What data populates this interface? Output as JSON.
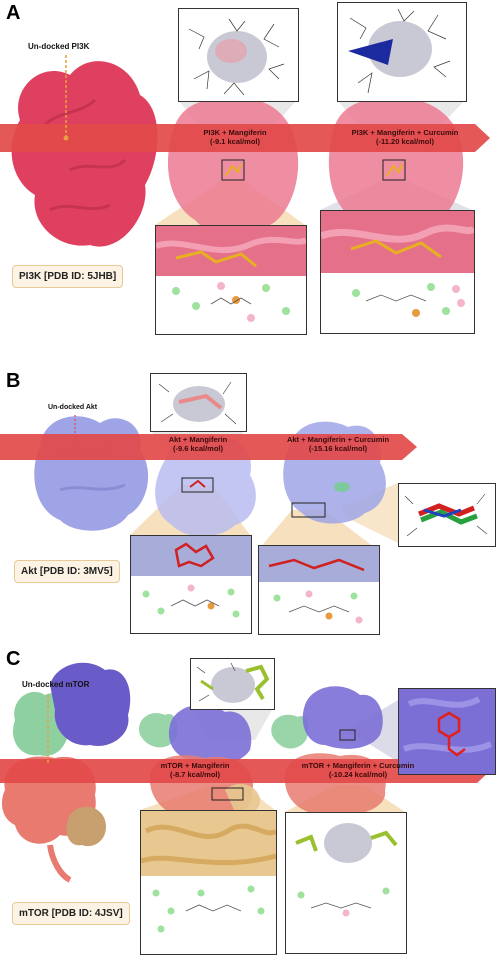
{
  "panels": [
    {
      "label": "A",
      "undocked": "Un-docked PI3K",
      "dock1": "PI3K + Mangiferin",
      "dock1_energy": "(-9.1 kcal/mol)",
      "dock2": "PI3K + Mangiferin + Curcumin",
      "dock2_energy": "(-11.20  kcal/mol)",
      "pdb": "PI3K [PDB ID: 5JHB]",
      "protein_color": "#e0405f"
    },
    {
      "label": "B",
      "undocked": "Un-docked Akt",
      "dock1": "Akt + Mangiferin",
      "dock1_energy": "(-9.6 kcal/mol)",
      "dock2": "Akt + Mangiferin + Curcumin",
      "dock2_energy": "(-15.16 kcal/mol)",
      "pdb": "Akt [PDB ID: 3MV5]",
      "protein_color": "#9fa4e6"
    },
    {
      "label": "C",
      "undocked": "Un-docked mTOR",
      "dock1": "mTOR + Mangiferin",
      "dock1_energy": "(-8.7 kcal/mol)",
      "dock2": "mTOR + Mangiferin + Curcumin",
      "dock2_energy": "(-10.24 kcal/mol)",
      "pdb": "mTOR [PDB ID: 4JSV]",
      "protein_color": "#7b6fd6"
    }
  ],
  "colors": {
    "arrow": "#e24a4a",
    "beige": "#f3d6a8",
    "ligand": "#e8b020"
  }
}
